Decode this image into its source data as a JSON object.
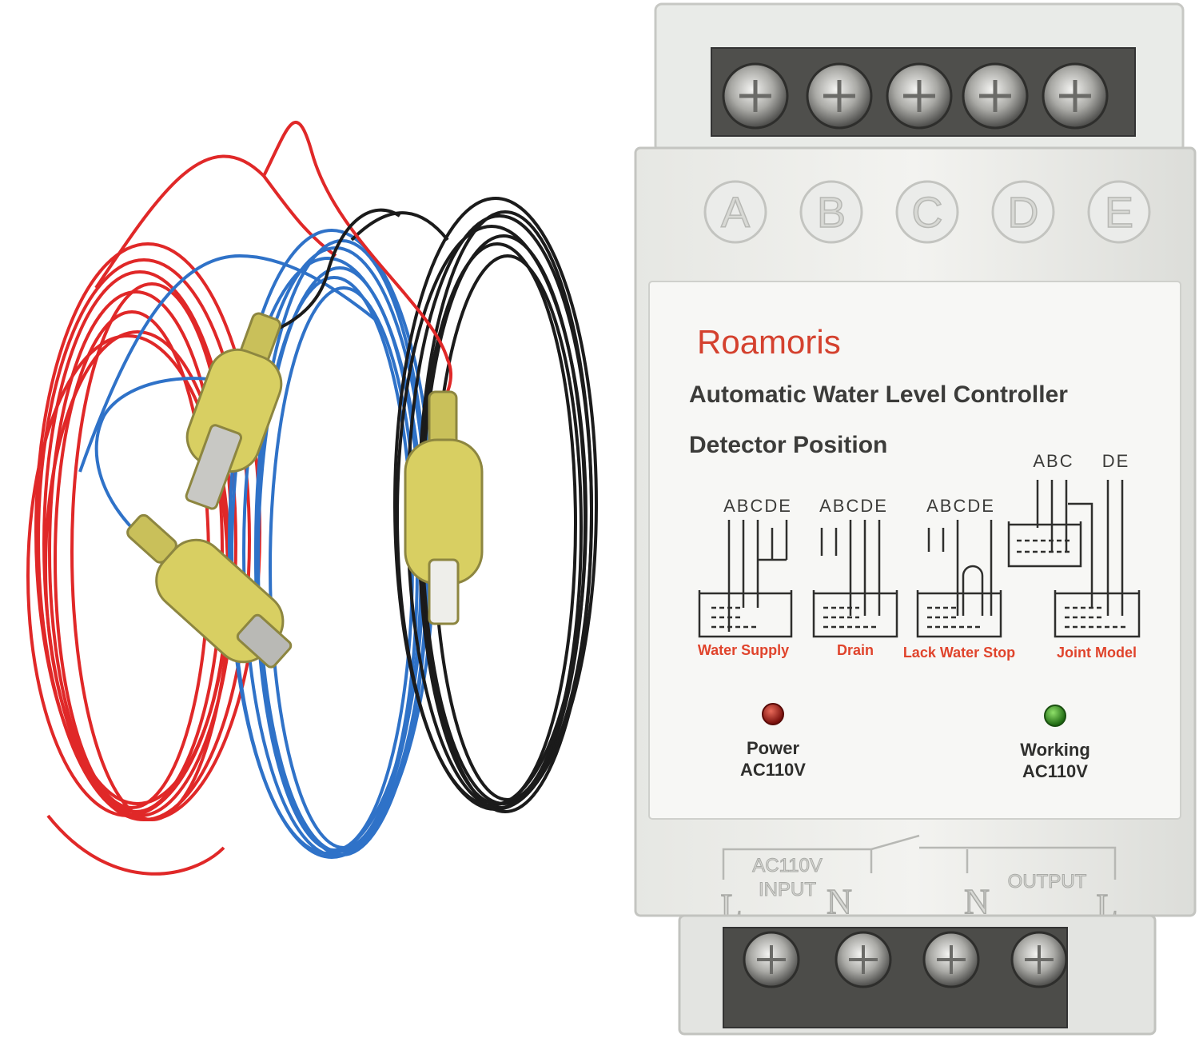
{
  "terminals_top": [
    "A",
    "B",
    "C",
    "D",
    "E"
  ],
  "panel": {
    "brand": "Roamoris",
    "title": "Automatic Water Level Controller",
    "subtitle": "Detector Position",
    "modes": [
      {
        "letters": "ABCDE",
        "label": "Water Supply"
      },
      {
        "letters": "ABCDE",
        "label": "Drain"
      },
      {
        "letters": "ABCDE",
        "label": "Lack Water Stop"
      },
      {
        "letters": "ABC",
        "letters2": "DE",
        "label": "Joint Model"
      }
    ],
    "power": {
      "line1": "Power",
      "line2": "AC110V"
    },
    "working": {
      "line1": "Working",
      "line2": "AC110V"
    }
  },
  "bottom": {
    "input_line1": "AC110V",
    "input_line2": "INPUT",
    "output": "OUTPUT",
    "terminals": [
      "L",
      "N",
      "N",
      "L"
    ]
  },
  "colors": {
    "brand_red": "#d4412e",
    "label_red": "#e0442c",
    "wire_red": "#e02828",
    "wire_blue": "#2f72c8",
    "wire_black": "#1b1b1b",
    "probe_yellow": "#d8cf62",
    "led_red": "#8a1410",
    "led_green": "#2f8a1e"
  },
  "icons": [
    "screw-terminal-icon",
    "wire-coil-icon",
    "probe-clip-icon",
    "tank-icon",
    "led-icon"
  ]
}
